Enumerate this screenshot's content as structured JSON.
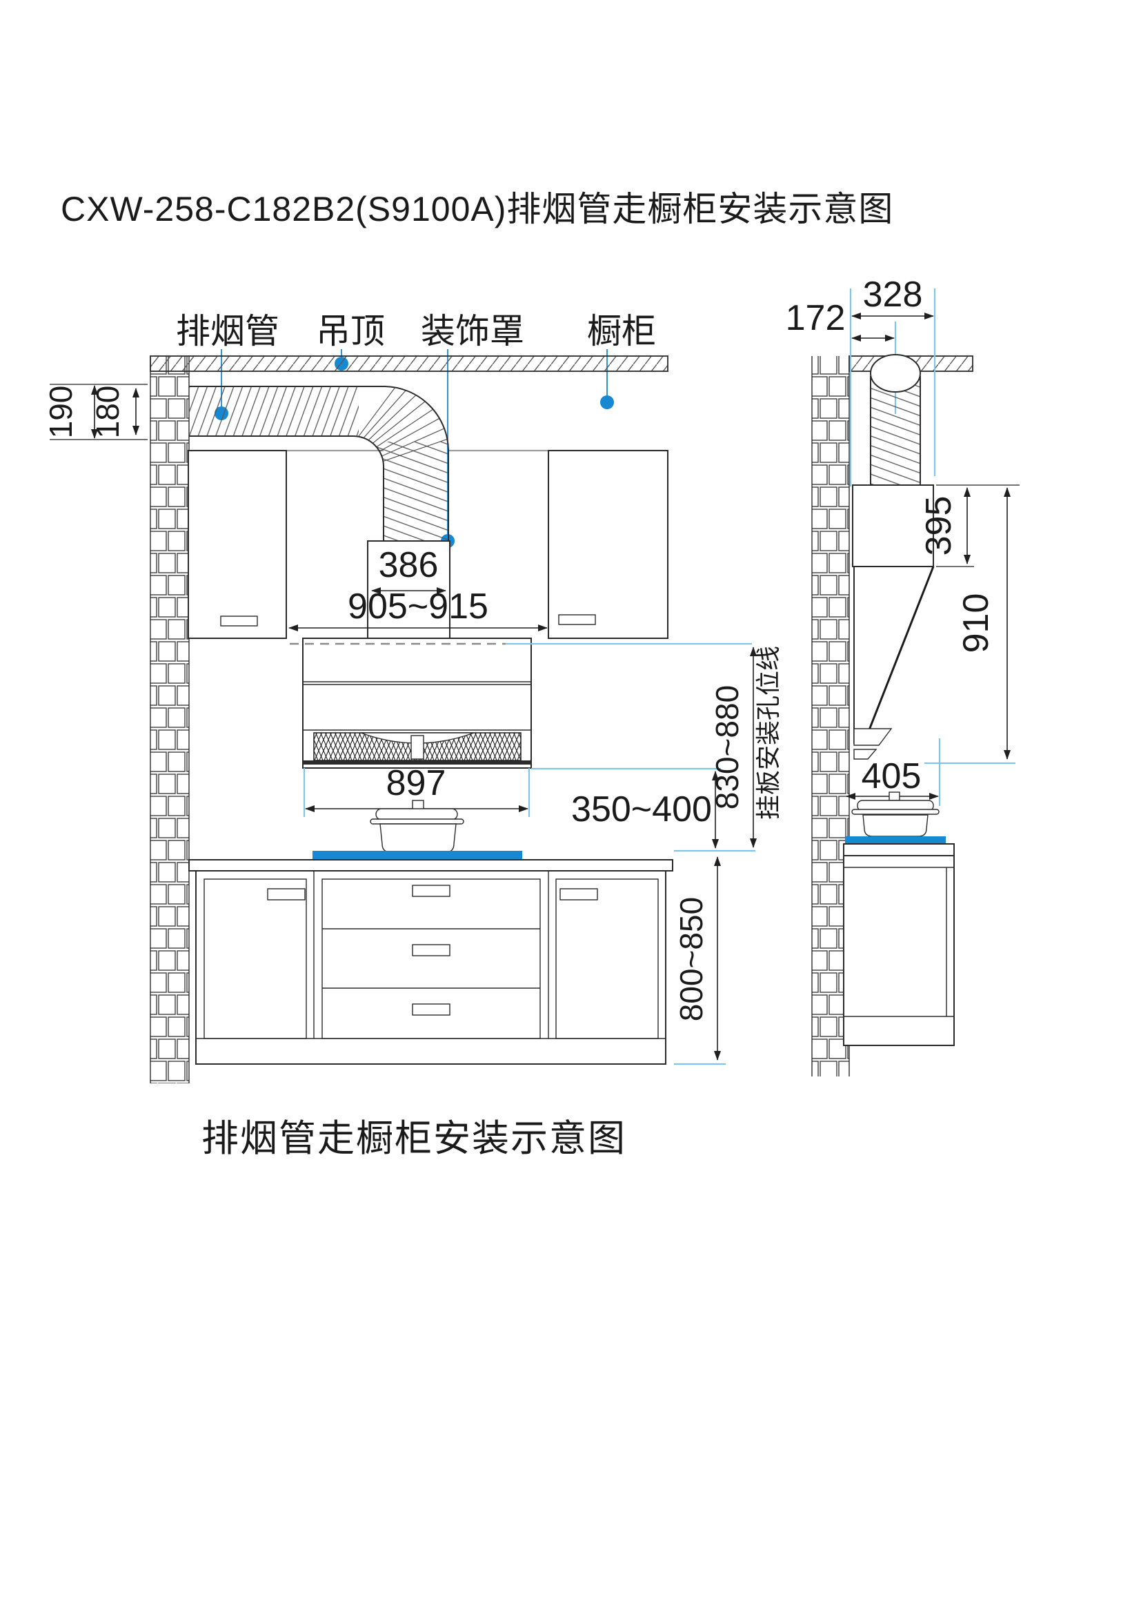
{
  "title": "CXW-258-C182B2(S9100A)排烟管走橱柜安装示意图",
  "caption": "排烟管走橱柜安装示意图",
  "part_labels": {
    "exhaust_pipe": "排烟管",
    "ceiling": "吊顶",
    "decor_cover": "装饰罩",
    "cabinet": "橱柜"
  },
  "front_dims": {
    "duct_outer_height": "190",
    "duct_inner_height": "180",
    "decor_cover_width": "386",
    "wall_cabinet_gap": "905~915",
    "hood_width": "897",
    "hood_to_hob": "350~400",
    "mount_hole_height": "830~880",
    "mount_hole_note": "挂板安装孔位线",
    "base_cabinet_height": "800~850"
  },
  "side_dims": {
    "ceiling_duct_depth": "328",
    "duct_center_offset": "172",
    "hood_body_height": "395",
    "hood_total_height": "910",
    "hood_depth": "405"
  },
  "colors": {
    "accent_blue": "#1789d2",
    "level_line_blue": "#7fc4ea",
    "line_dark": "#2b2b2b"
  }
}
